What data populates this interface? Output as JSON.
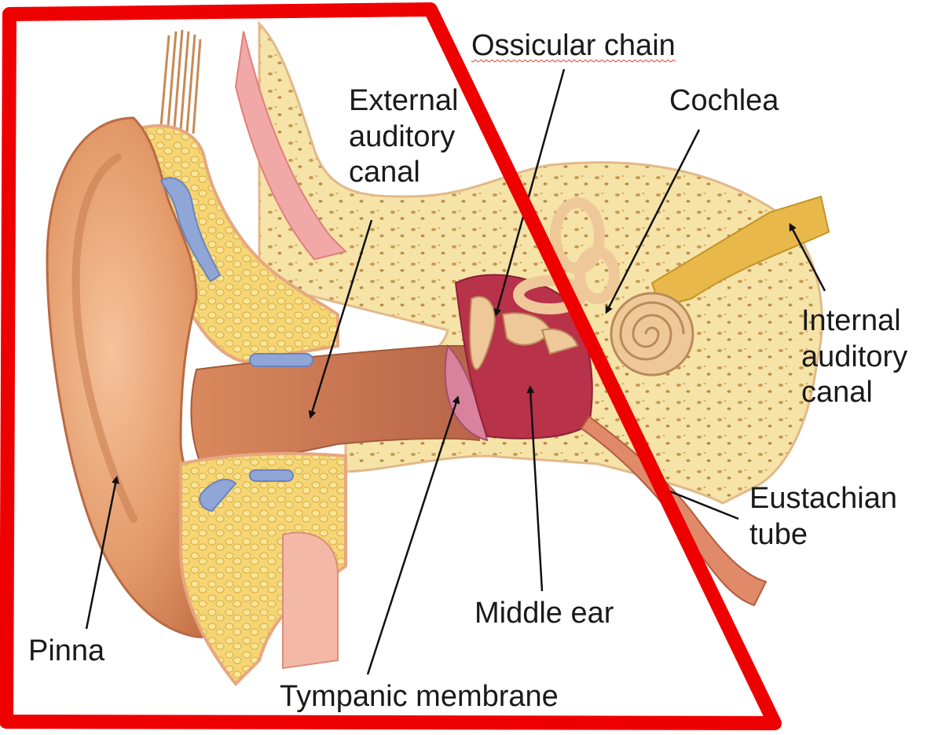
{
  "labels": {
    "ossicular_chain": "Ossicular chain",
    "external_auditory_canal": [
      "External",
      "auditory",
      "canal"
    ],
    "cochlea": "Cochlea",
    "internal_auditory_canal": [
      "Internal",
      "auditory",
      "canal"
    ],
    "eustachian_tube": [
      "Eustachian",
      "tube"
    ],
    "middle_ear": "Middle ear",
    "pinna": "Pinna",
    "tympanic_membrane": "Tympanic membrane"
  },
  "colors": {
    "highlight_outline": "#ee0000",
    "skin": "#e8a47a",
    "bone": "#f4dfa0",
    "fat": "#f2cf63",
    "cartilage": "#8fa6d6",
    "middle_ear": "#b8324a",
    "nerve": "#e8b84a"
  }
}
